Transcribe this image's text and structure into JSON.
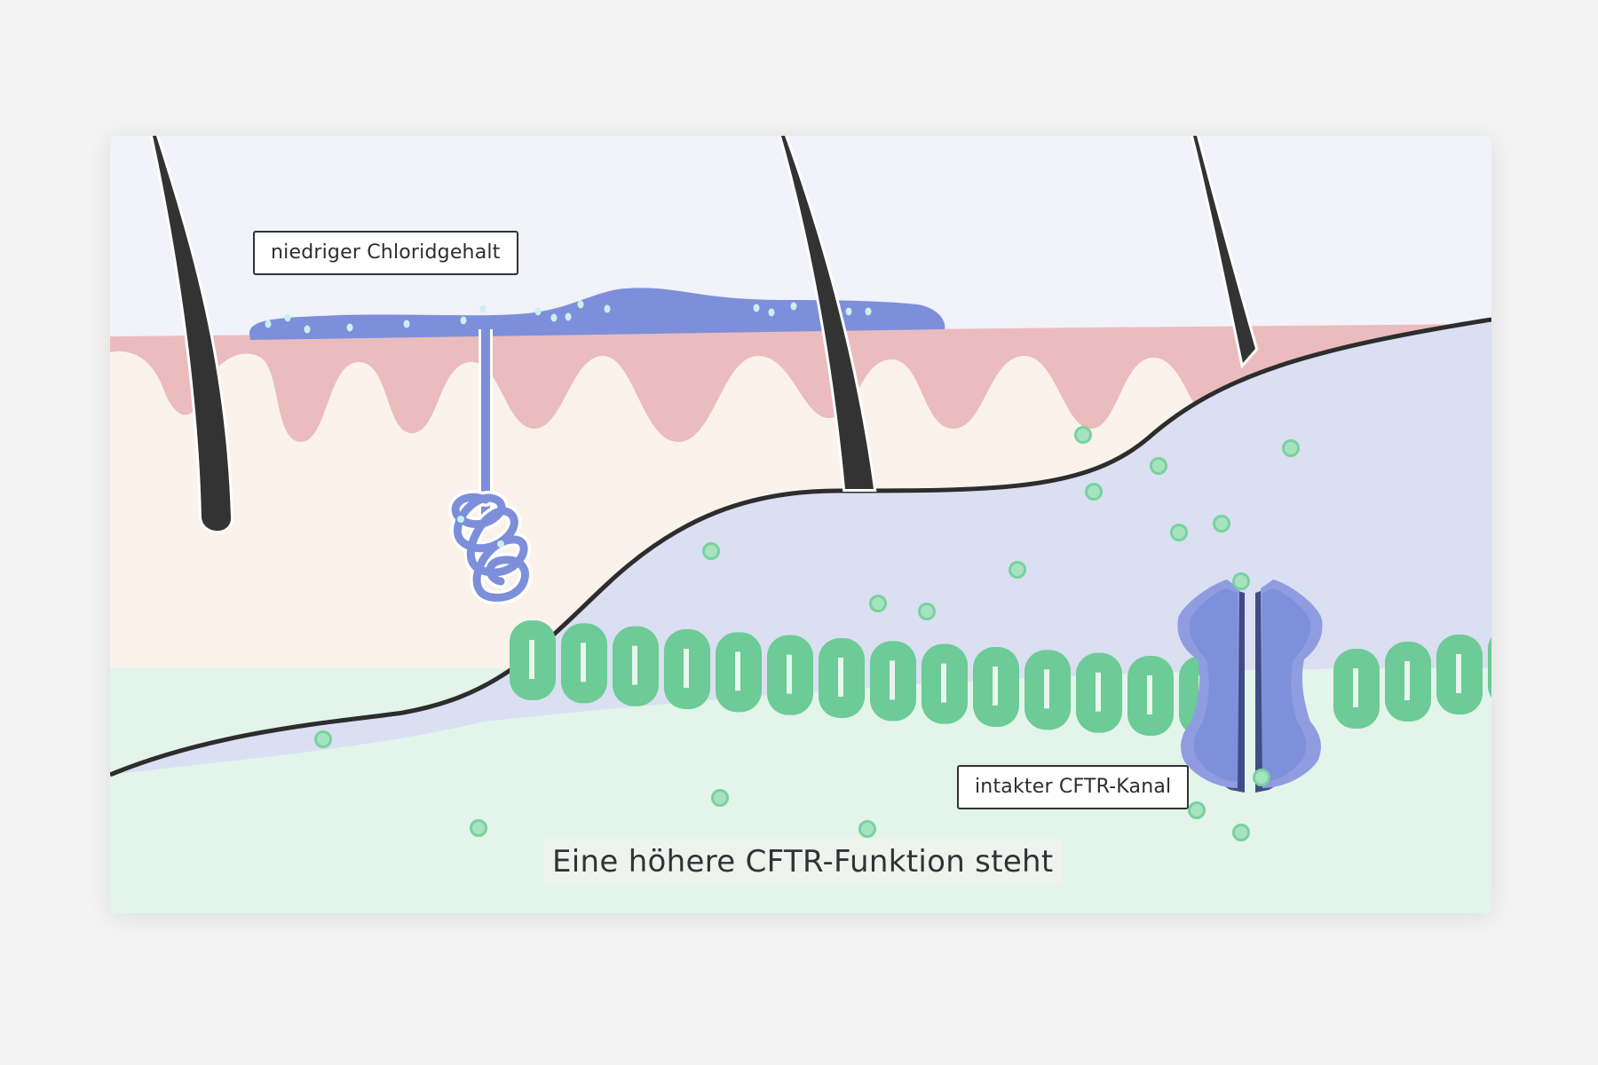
{
  "diagram": {
    "labels": {
      "chloride": "niedriger Chloridgehalt",
      "cftr_channel": "intakter CFTR-Kanal"
    },
    "caption": "Eine höhere CFTR-Funktion steht",
    "elements": [
      "hair-follicle",
      "sweat-layer",
      "sweat-gland",
      "epidermis",
      "dermis",
      "cell-membrane",
      "cftr-channel",
      "chloride-ions"
    ],
    "colors": {
      "page_background": "#f4f4f4",
      "sky": "#f1f2fa",
      "epidermis_pink": "#ebbcbd",
      "dermis_cream": "#fbf2ec",
      "sweat_blue": "#7d8fdb",
      "cell_lavender": "#dadff1",
      "membrane_green": "#6ccb96",
      "extracellular_mint": "#e3f4ea",
      "ion_green": "#8fdcae",
      "channel_blue": "#7e8fdb",
      "channel_dark": "#3f4d86",
      "hair_dark": "#333333"
    }
  }
}
